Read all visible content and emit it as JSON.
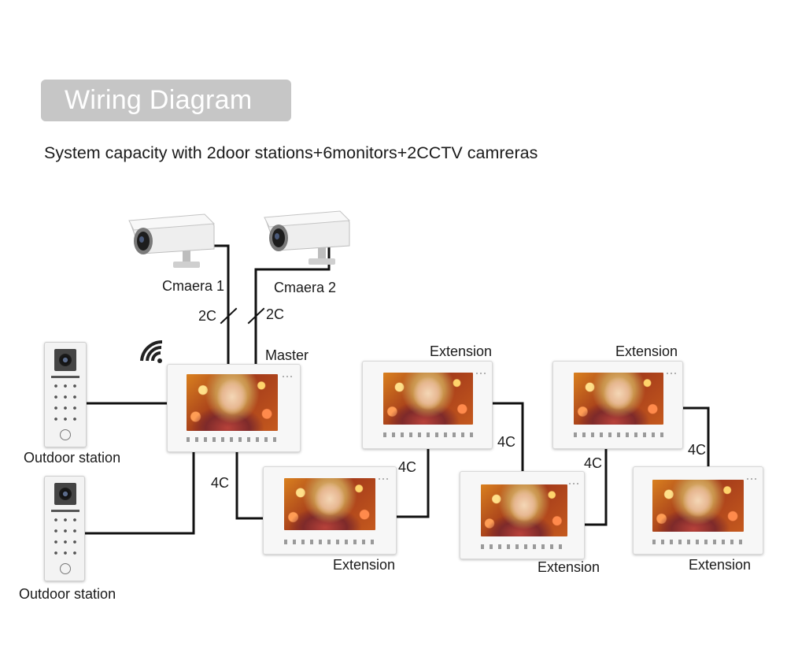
{
  "title": "Wiring Diagram",
  "subtitle": "System capacity with 2door stations+6monitors+2CCTV camreras",
  "cameras": [
    {
      "label": "Cmaera 1"
    },
    {
      "label": "Cmaera 2"
    }
  ],
  "wire_labels": {
    "cam1": "2C",
    "cam2": "2C",
    "master_to_ext1": "4C",
    "ext1_to_ext2": "4C",
    "ext2_to_ext3": "4C",
    "ext3_to_ext4": "4C",
    "ext4_to_ext5": "4C"
  },
  "monitors": {
    "master": "Master",
    "ext_top_1": "Extension",
    "ext_top_2": "Extension",
    "ext_bottom_1": "Extension",
    "ext_bottom_2": "Extension",
    "ext_bottom_3": "Extension"
  },
  "stations": [
    {
      "label": "Outdoor station"
    },
    {
      "label": "Outdoor station"
    }
  ],
  "colors": {
    "badge_bg": "#c6c6c6",
    "badge_text": "#ffffff",
    "wire": "#111111"
  },
  "icons": {
    "wifi": "wifi-icon"
  }
}
